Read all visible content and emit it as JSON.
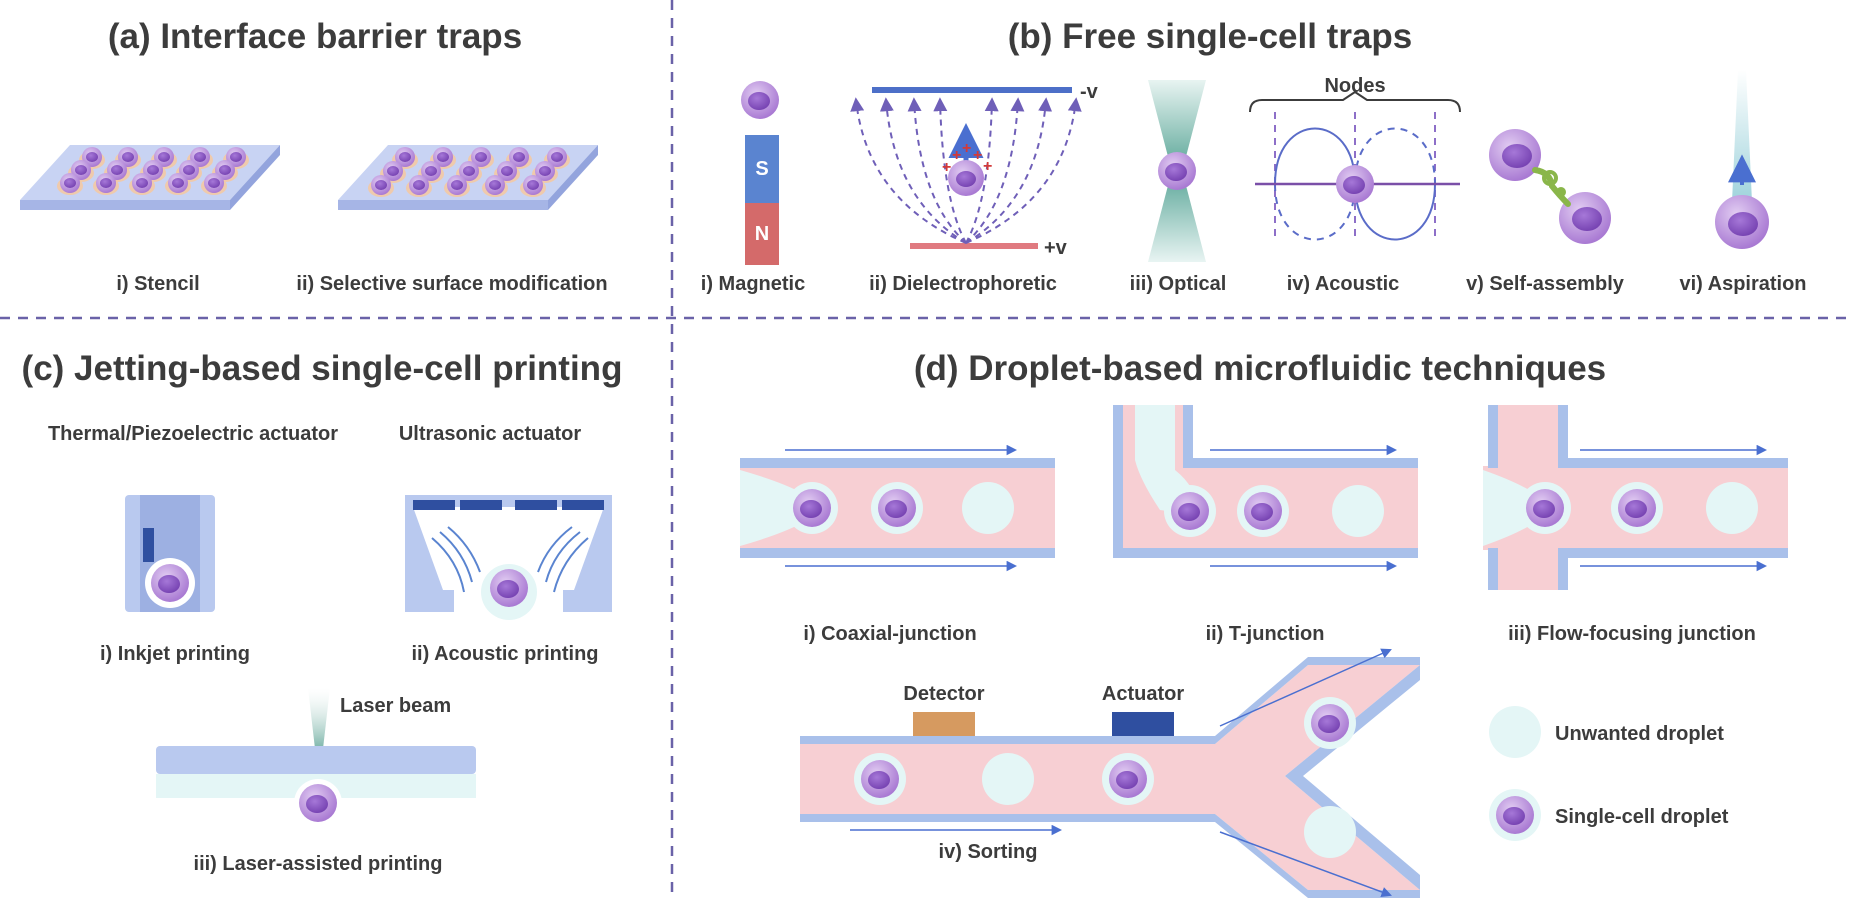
{
  "panels": {
    "a": {
      "title": "(a) Interface barrier traps",
      "items": [
        "i) Stencil",
        "ii) Selective surface modification"
      ]
    },
    "b": {
      "title": "(b) Free single-cell traps",
      "items": [
        "i) Magnetic",
        "ii) Dielectrophoretic",
        "iii) Optical",
        "iv) Acoustic",
        "v) Self-assembly",
        "vi) Aspiration"
      ],
      "magnet": {
        "south": "S",
        "north": "N"
      },
      "electrodes": {
        "negative": "-v",
        "positive": "+v"
      },
      "acoustic_nodes": "Nodes"
    },
    "c": {
      "title": "(c) Jetting-based single-cell printing",
      "actuators": [
        "Thermal/Piezoelectric actuator",
        "Ultrasonic actuator"
      ],
      "items": [
        "i) Inkjet printing",
        "ii) Acoustic printing",
        "iii) Laser-assisted printing"
      ],
      "laser": "Laser beam"
    },
    "d": {
      "title": "(d) Droplet-based microfluidic techniques",
      "items": [
        "i) Coaxial-junction",
        "ii) T-junction",
        "iii) Flow-focusing junction",
        "iv) Sorting"
      ],
      "sorting": {
        "detector": "Detector",
        "actuator": "Actuator"
      },
      "legend": [
        "Unwanted droplet",
        "Single-cell droplet"
      ]
    }
  },
  "colors": {
    "text": "#3c3c3c",
    "divider": "#6a62a8",
    "channel_wall": "#a9c0ea",
    "channel_fluid": "#f7cfd3",
    "droplet": "#e4f6f6",
    "cell": "#b58ad8",
    "nucleus": "#8a4fc0",
    "arrow": "#4a6fd0",
    "field_line": "#6f5fb8",
    "magnet_s": "#5a84d0",
    "magnet_n": "#d46a6a",
    "detector": "#d69a60",
    "actuator": "#2f4fa0"
  }
}
